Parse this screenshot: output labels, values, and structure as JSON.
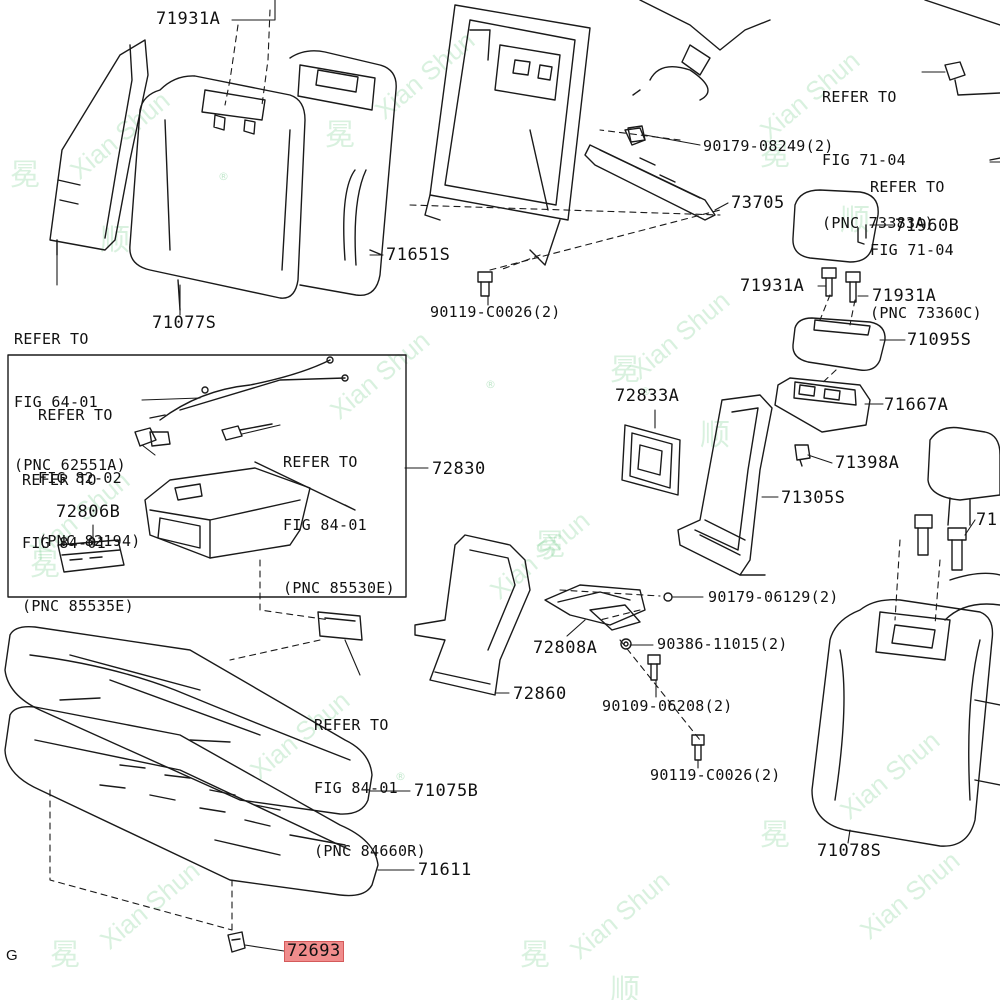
{
  "watermark": {
    "latin": "Xian Shun",
    "chinese_1": "冕",
    "chinese_2": "顺",
    "reg_mark": "®"
  },
  "corner_letter": "G",
  "highlight_color": "#f08c8c",
  "parts": {
    "p71931a_top": "71931A",
    "p71651s": "71651S",
    "p71077s": "71077S",
    "p90119_top": "90119-C0026(2)",
    "p90179_08249": "90179-08249(2)",
    "p73705": "73705",
    "p71960b": "71960B",
    "p71931a_left": "71931A",
    "p71931a_right": "71931A",
    "p71095s": "71095S",
    "p72833a": "72833A",
    "p71667a": "71667A",
    "p71398a": "71398A",
    "p71305s": "71305S",
    "p72830": "72830",
    "p72806b": "72806B",
    "p90179_06129": "90179-06129(2)",
    "p72808a": "72808A",
    "p90386_11015": "90386-11015(2)",
    "p72860": "72860",
    "p90109_06208": "90109-06208(2)",
    "p90119_bottom": "90119-C0026(2)",
    "p71075b": "71075B",
    "p71611": "71611",
    "p71078s": "71078S",
    "p71_cut": "71",
    "p72693": "72693"
  },
  "refs": {
    "fig64": [
      "REFER TO",
      "FIG 64-01",
      "(PNC 62551A)"
    ],
    "fig71_73383": [
      "REFER TO",
      "FIG 71-04",
      "(PNC 73383A)"
    ],
    "fig71_73360": [
      "REFER TO",
      "FIG 71-04",
      "(PNC 73360C)"
    ],
    "fig82": [
      "REFER TO",
      "FIG 82-02",
      "(PNC 82194)"
    ],
    "fig84_85535": [
      "REFER TO",
      "FIG 84-01",
      "(PNC 85535E)"
    ],
    "fig84_85530": [
      "REFER TO",
      "FIG 84-01",
      "(PNC 85530E)"
    ],
    "fig84_84660": [
      "REFER TO",
      "FIG 84-01",
      "(PNC 84660R)"
    ]
  }
}
